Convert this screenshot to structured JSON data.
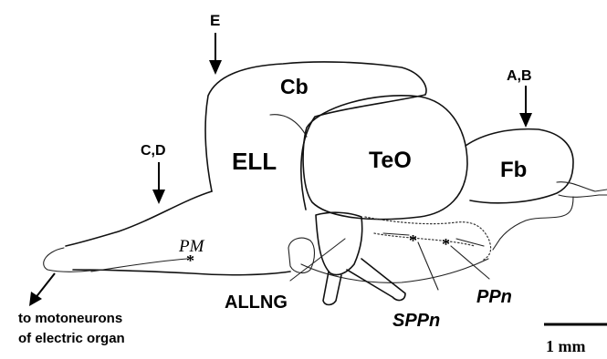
{
  "regions": {
    "cb": "Cb",
    "ell": "ELL",
    "teo": "TeO",
    "fb": "Fb"
  },
  "section_arrows": {
    "e": "E",
    "ab": "A,B",
    "cd": "C,D"
  },
  "nuclei": {
    "pm": "PM",
    "allng": "ALLNG",
    "sppn": "SPPn",
    "ppn": "PPn"
  },
  "projection_note": {
    "line1": "to motoneurons",
    "line2": "of electric organ"
  },
  "scale_bar": {
    "label": "1 mm"
  }
}
